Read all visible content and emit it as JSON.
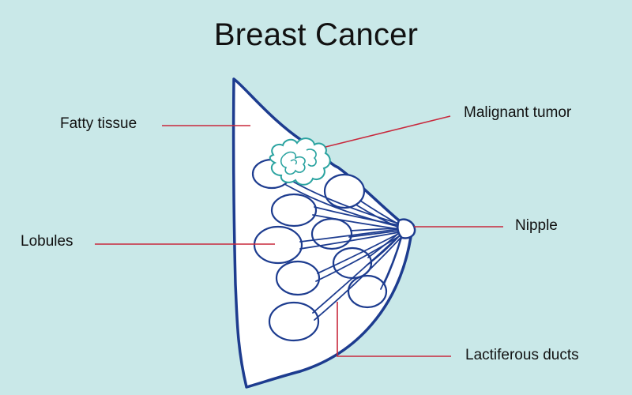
{
  "title": "Breast Cancer",
  "labels": {
    "fatty_tissue": "Fatty tissue",
    "lobules": "Lobules",
    "malignant_tumor": "Malignant tumor",
    "nipple": "Nipple",
    "lactiferous_ducts": "Lactiferous ducts"
  },
  "colors": {
    "background": "#c9e8e8",
    "outline": "#1d3c8f",
    "tissue_fill": "#ffffff",
    "tumor": "#2aa3a0",
    "leader_line": "#c8283c",
    "text": "#111111"
  }
}
